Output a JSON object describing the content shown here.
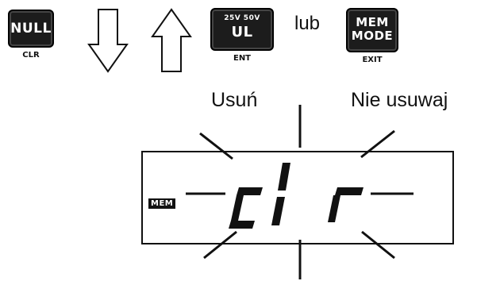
{
  "buttons": {
    "null": {
      "label": "NULL",
      "sublabel": "CLR"
    },
    "ul": {
      "top_label": "25V 50V",
      "label": "UL",
      "sublabel": "ENT"
    },
    "mem_mode": {
      "label_line1": "MEM",
      "label_line2": "MODE",
      "sublabel": "EXIT"
    }
  },
  "connector_text": "lub",
  "options": {
    "delete": "Usuń",
    "keep": "Nie usuwaj"
  },
  "display": {
    "indicator": "MEM",
    "text": "clr"
  },
  "arrows": [
    "arrow-down-icon",
    "arrow-up-icon"
  ]
}
